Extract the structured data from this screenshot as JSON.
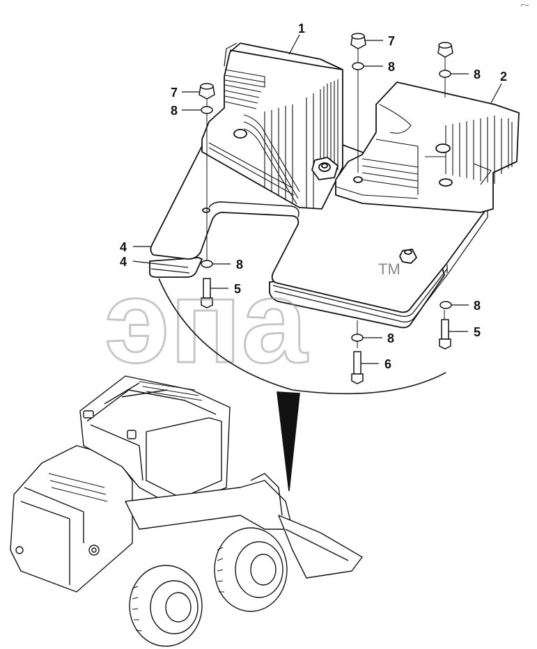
{
  "corner_mark": "⌐–",
  "watermark": {
    "text": "эпа",
    "trademark": "TM",
    "color": "#9a9a9a"
  },
  "callouts": [
    {
      "id": "c1",
      "label": "1"
    },
    {
      "id": "c2",
      "label": "2"
    },
    {
      "id": "c4a",
      "label": "4"
    },
    {
      "id": "c4b",
      "label": "4"
    },
    {
      "id": "c5a",
      "label": "5"
    },
    {
      "id": "c5b",
      "label": "5"
    },
    {
      "id": "c6",
      "label": "6"
    },
    {
      "id": "c7a",
      "label": "7"
    },
    {
      "id": "c7b",
      "label": "7"
    },
    {
      "id": "c8a",
      "label": "8"
    },
    {
      "id": "c8b",
      "label": "8"
    },
    {
      "id": "c8c",
      "label": "8"
    },
    {
      "id": "c8d",
      "label": "8"
    },
    {
      "id": "c8e",
      "label": "8"
    },
    {
      "id": "c8f",
      "label": "8"
    }
  ],
  "colors": {
    "line": "#111111",
    "fill": "#ffffff",
    "watermark": "#9a9a9a"
  }
}
